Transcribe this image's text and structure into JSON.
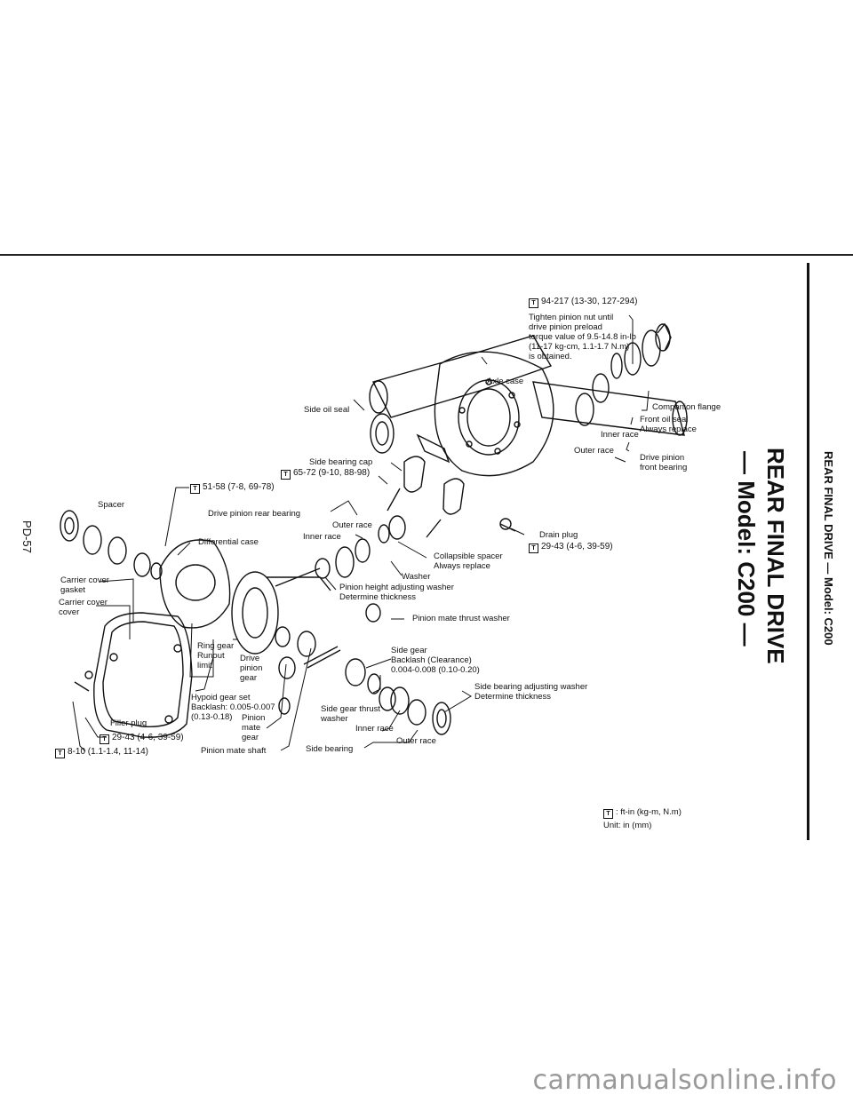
{
  "page": {
    "number": "PD-57",
    "side_header": "REAR FINAL DRIVE — Model: C200",
    "main_title_line1": "REAR FINAL DRIVE",
    "main_title_line2": "— Model: C200 —"
  },
  "torque_symbol": "T",
  "labels": {
    "top_torque": "94-217 (13-30, 127-294)",
    "tighten_note": [
      "Tighten pinion nut until",
      "drive pinion preload",
      "torque value of 9.5-14.8 in-lb",
      "(11-17 kg-cm, 1.1-1.7 N.m)",
      "is obtained."
    ],
    "axle_case": "Axle case",
    "companion_flange": "Companion flange",
    "front_oil_seal": [
      "Front oil seal",
      "Always replace"
    ],
    "inner_race_top": "Inner race",
    "outer_race_top": "Outer race",
    "drive_pinion_front_bearing": [
      "Drive pinion",
      "front bearing"
    ],
    "side_oil_seal": "Side oil seal",
    "side_bearing_cap": "Side bearing cap",
    "cap_torque": "65-72 (9-10, 88-98)",
    "case_torque": "51-58 (7-8, 69-78)",
    "spacer": "Spacer",
    "drive_pinion_rear_bearing": "Drive pinion rear bearing",
    "outer_race_mid": "Outer race",
    "inner_race_mid": "Inner race",
    "differential_case": "Differential case",
    "drain_plug": "Drain plug",
    "drain_torque": "29-43 (4-6, 39-59)",
    "collapsible_spacer": [
      "Collapsible spacer",
      "Always replace"
    ],
    "washer": "Washer",
    "pinion_height_washer": [
      "Pinion height adjusting washer",
      "Determine thickness"
    ],
    "carrier_cover_gasket": [
      "Carrier cover",
      "gasket"
    ],
    "carrier_cover": [
      "Carrier cover",
      "cover"
    ],
    "pinion_mate_thrust_washer": "Pinion mate thrust washer",
    "ring_gear_runout": [
      "Ring gear",
      "Runout",
      "limit"
    ],
    "drive_pinion_gear": [
      "Drive",
      "pinion",
      "gear"
    ],
    "side_gear": [
      "Side gear",
      "Backlash (Clearance)",
      "0.004-0.008 (0.10-0.20)"
    ],
    "hypoid_gear_set": [
      "Hypoid gear set",
      "Backlash: 0.005-0.007",
      "(0.13-0.18)"
    ],
    "pinion_mate_gear": [
      "Pinion",
      "mate",
      "gear"
    ],
    "side_bearing_adjusting_washer": [
      "Side bearing adjusting washer",
      "Determine thickness"
    ],
    "side_gear_thrust_washer": [
      "Side gear thrust",
      "washer"
    ],
    "filler_plug": "Filler plug",
    "filler_torque": "29-43 (4-6, 39-59)",
    "cover_torque": "8-10 (1.1-1.4, 11-14)",
    "pinion_mate_shaft": "Pinion mate shaft",
    "inner_race_low": "Inner race",
    "outer_race_low": "Outer race",
    "side_bearing": "Side bearing"
  },
  "legend": {
    "torque_units": ": ft-in (kg-m, N.m)",
    "unit": "Unit: in (mm)"
  },
  "watermark": "carmanualsonline.info"
}
